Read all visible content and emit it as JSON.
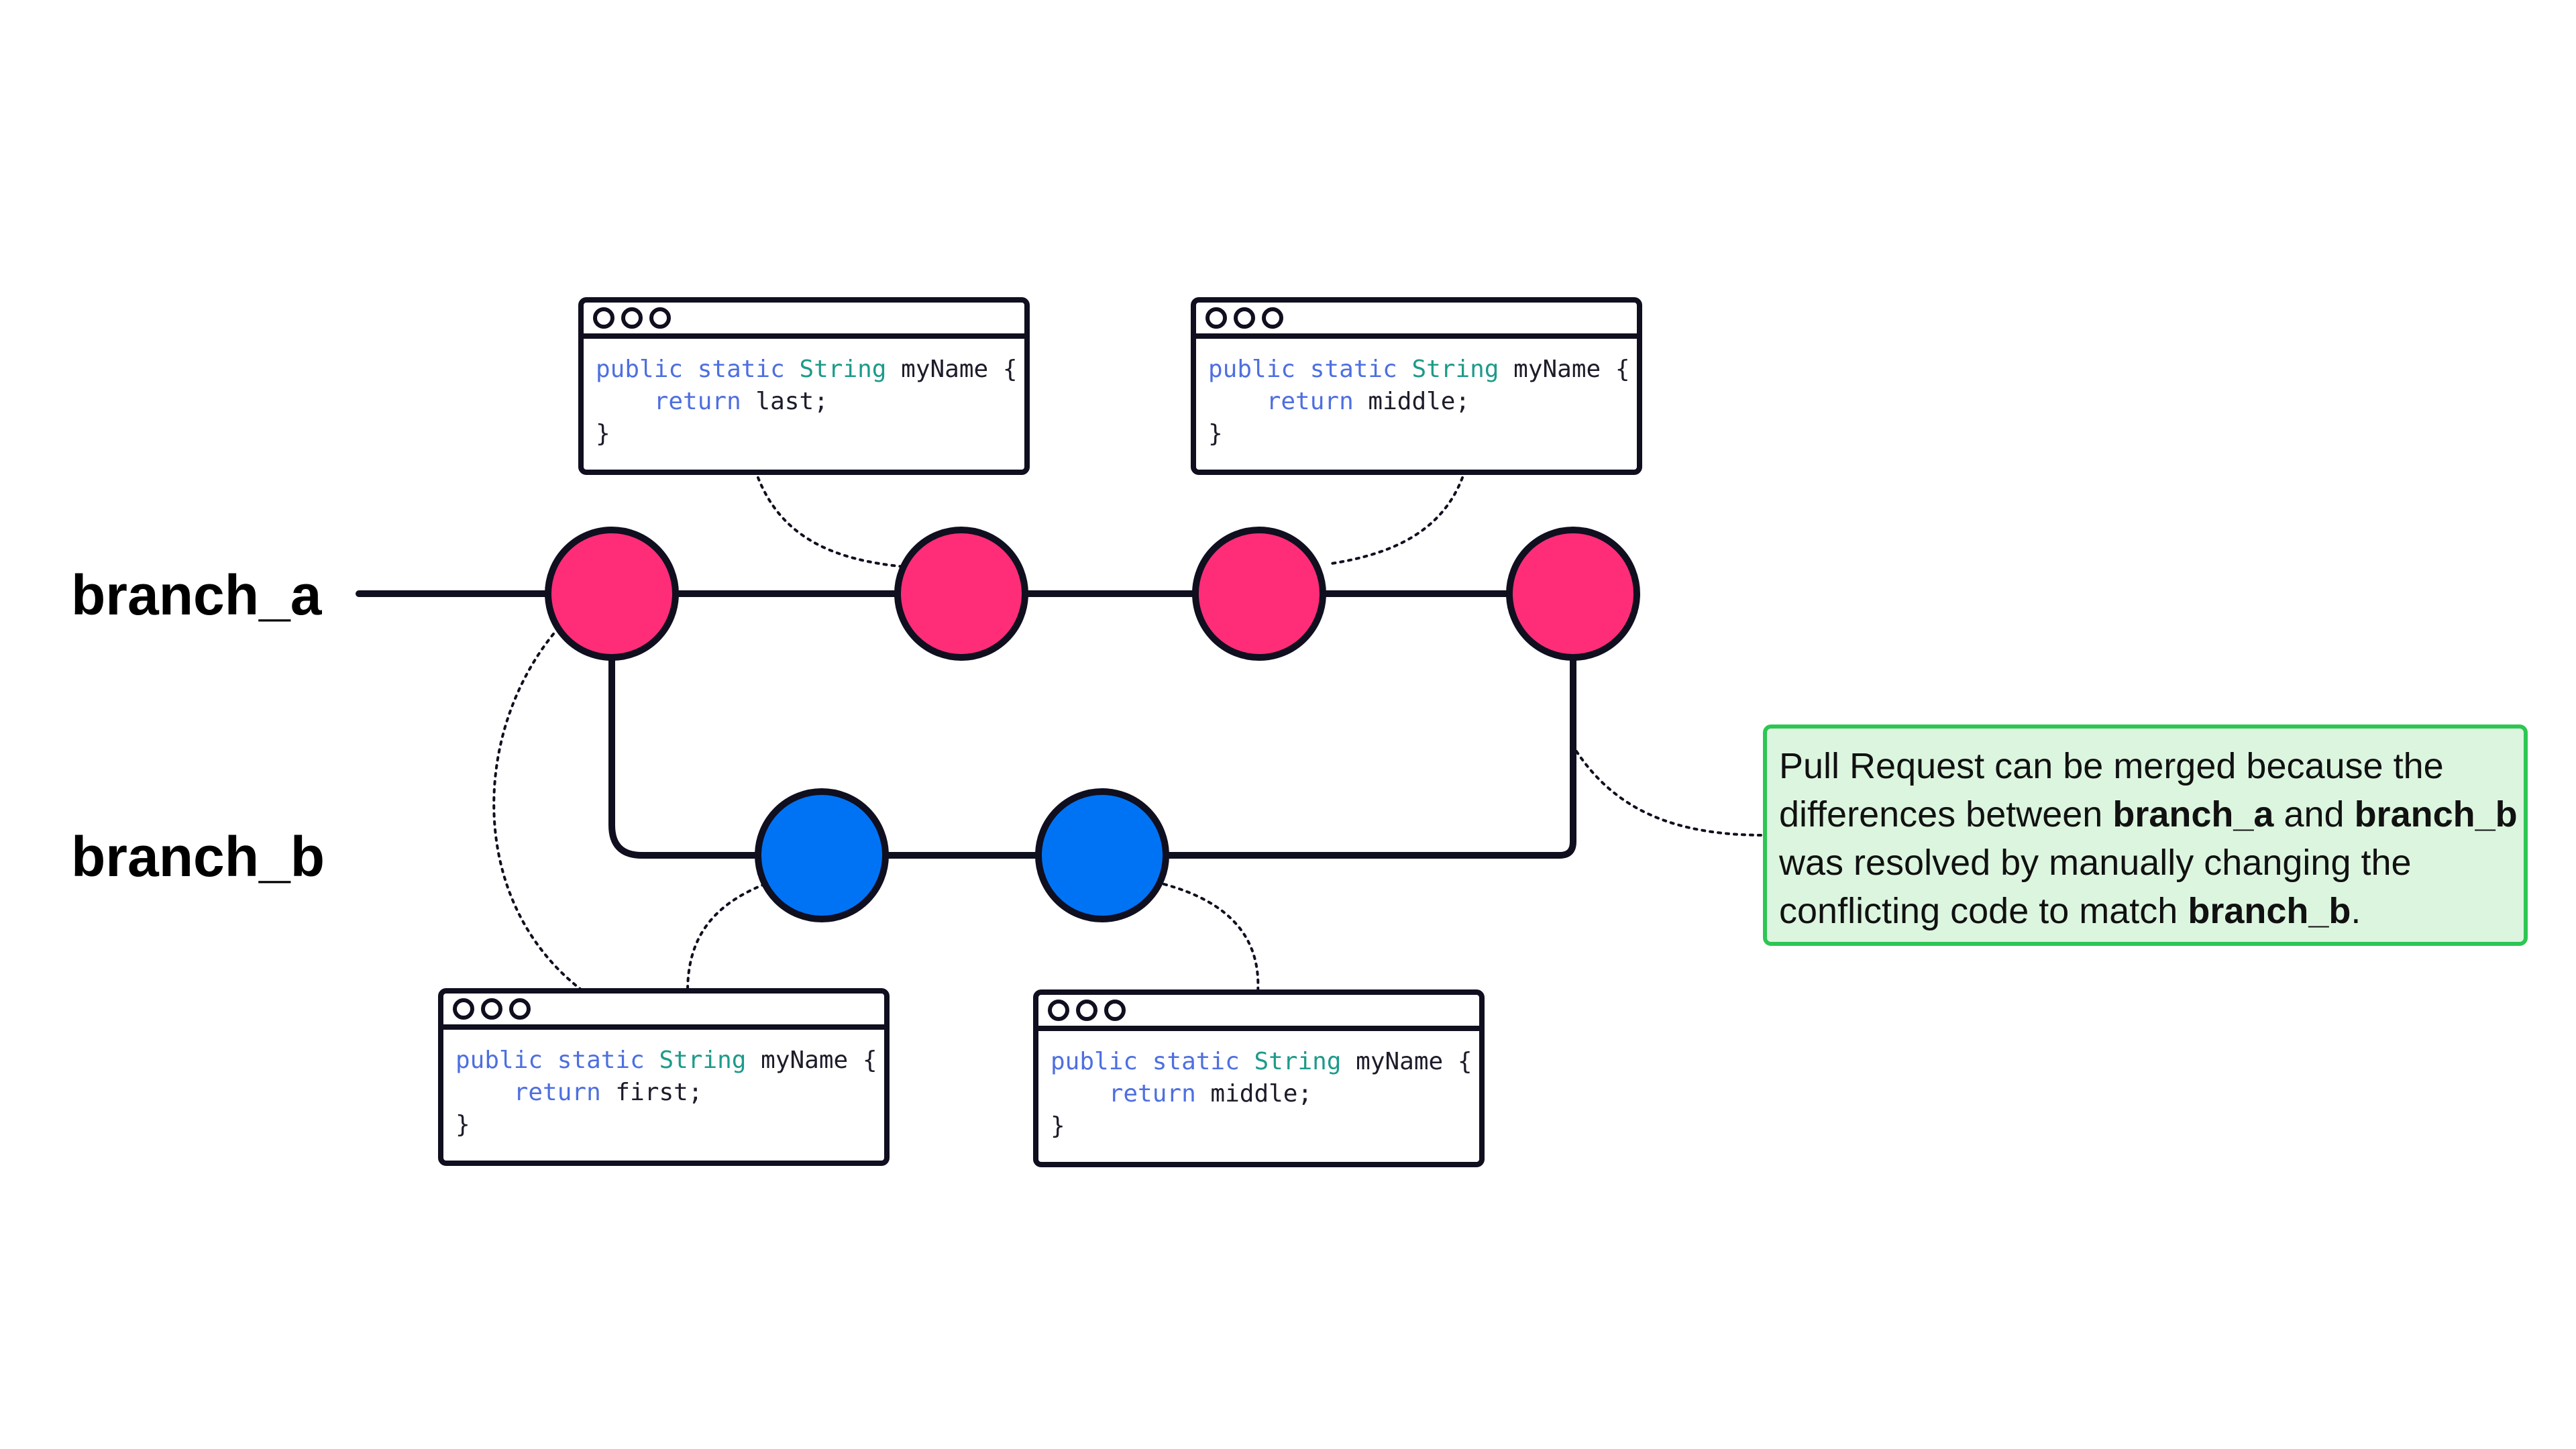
{
  "colors": {
    "branch_a_commit": "#ff2d78",
    "branch_b_commit": "#0073f5",
    "line": "#0f0f1f",
    "note_border": "#2dc653",
    "note_background": "#dcf5df",
    "code_keyword": "#4e6fe0",
    "code_type": "#1e9a8a"
  },
  "branches": {
    "a": {
      "label": "branch_a"
    },
    "b": {
      "label": "branch_b"
    }
  },
  "code_windows": [
    {
      "keywords": "public static ",
      "type": "String",
      "signature": " myName {",
      "return_kw": "return",
      "value": " last;",
      "close": "}"
    },
    {
      "keywords": "public static ",
      "type": "String",
      "signature": " myName {",
      "return_kw": "return",
      "value": " middle;",
      "close": "}"
    },
    {
      "keywords": "public static ",
      "type": "String",
      "signature": " myName {",
      "return_kw": "return",
      "value": " first;",
      "close": "}"
    },
    {
      "keywords": "public static ",
      "type": "String",
      "signature": " myName {",
      "return_kw": "return",
      "value": " middle;",
      "close": "}"
    }
  ],
  "note": {
    "line1": "Pull Request can be merged because the",
    "line2_pre": "differences between ",
    "line2_bold_a": "branch_a",
    "line2_mid": " and ",
    "line2_bold_b": "branch_b",
    "line3": "was resolved by manually changing the",
    "line4_pre": "conflicting code to match ",
    "line4_bold": "branch_b",
    "line4_post": "."
  }
}
